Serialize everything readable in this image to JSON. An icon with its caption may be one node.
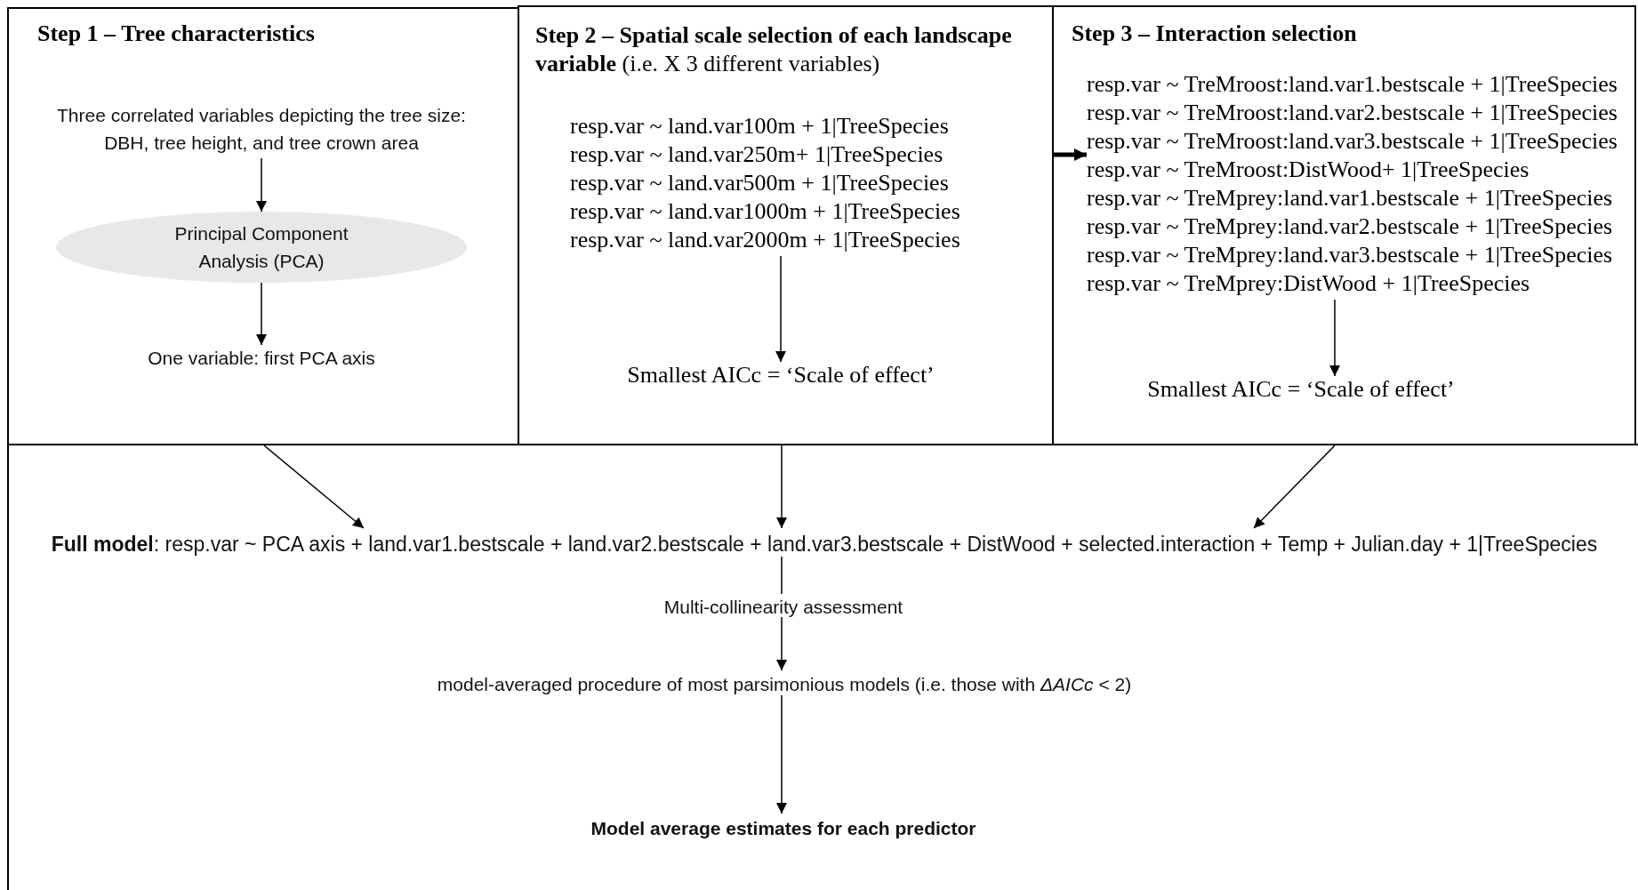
{
  "diagram": {
    "nodes": [
      {
        "text": [
          "Step 1 – Tree characteristics"
        ]
      },
      {
        "text": [
          "Three correlated variables depicting the tree size: DBH, tree height, and tree crown area"
        ],
        "in": 0
      },
      {
        "text": [
          "Principal Component Analysis (PCA)"
        ],
        "in": 0
      },
      {
        "text": [
          "One variable: first PCA axis"
        ],
        "in": 0
      },
      {
        "text": [
          "**Step 2 – Spatial scale selection of each landscape variable** (i.e. X 3 different variables)"
        ]
      },
      {
        "text": [
          "resp.var ~ land.var100m + 1|TreeSpecies",
          "resp.var ~ land.var250m+ 1|TreeSpecies",
          "resp.var ~ land.var500m + 1|TreeSpecies",
          "resp.var ~ land.var1000m + 1|TreeSpecies",
          "resp.var ~ land.var2000m + 1|TreeSpecies"
        ],
        "in": 4
      },
      {
        "text": [
          "Smallest AICc = ‘Scale of effect’"
        ],
        "in": 4
      },
      {
        "text": [
          "Step 3 – Interaction selection"
        ]
      },
      {
        "text": [
          "resp.var ~ TreMroost:land.var1.bestscale + 1|TreeSpecies",
          "resp.var ~ TreMroost:land.var2.bestscale + 1|TreeSpecies",
          "resp.var ~ TreMroost:land.var3.bestscale + 1|TreeSpecies",
          "resp.var ~ TreMroost:DistWood+ 1|TreeSpecies",
          "resp.var ~ TreMprey:land.var1.bestscale + 1|TreeSpecies",
          "resp.var ~ TreMprey:land.var2.bestscale + 1|TreeSpecies",
          "resp.var ~ TreMprey:land.var3.bestscale + 1|TreeSpecies",
          "resp.var ~ TreMprey:DistWood + 1|TreeSpecies"
        ],
        "in": 7
      },
      {
        "text": [
          "Smallest AICc = ‘Scale of effect’"
        ],
        "in": 7
      },
      {
        "text": [],
        "shape": "box"
      },
      {
        "text": [
          "**Full model**: resp.var ~ PCA axis + land.var1.bestscale + land.var2.bestscale + land.var3.bestscale + DistWood + selected.interaction + Temp + Julian.day + 1|TreeSpecies"
        ],
        "in": 10
      },
      {
        "text": [
          "Multi-collinearity assessment"
        ],
        "in": 10
      },
      {
        "text": [
          "model-averaged procedure of most parsimonious models (i.e. those with *ΔAICc* < 2)"
        ],
        "in": 10
      },
      {
        "text": [
          "Model average estimates for each predictor"
        ],
        "in": 10
      }
    ],
    "edges": [
      {
        "from": 1,
        "to": 2,
        "arrow": "to"
      },
      {
        "from": 2,
        "to": 3,
        "arrow": "to"
      },
      {
        "from": 5,
        "to": 6,
        "arrow": "to"
      },
      {
        "from": 4,
        "to": 8,
        "arrow": "to",
        "style": "thick"
      },
      {
        "from": 8,
        "to": 9,
        "arrow": "to"
      },
      {
        "from": 0,
        "to": 11,
        "arrow": "to"
      },
      {
        "from": 4,
        "to": 11,
        "arrow": "to"
      },
      {
        "from": 7,
        "to": 11,
        "arrow": "to"
      },
      {
        "from": 11,
        "to": 12,
        "arrow": "none"
      },
      {
        "from": 12,
        "to": 13,
        "arrow": "to"
      },
      {
        "from": 13,
        "to": 14,
        "arrow": "to"
      }
    ]
  }
}
